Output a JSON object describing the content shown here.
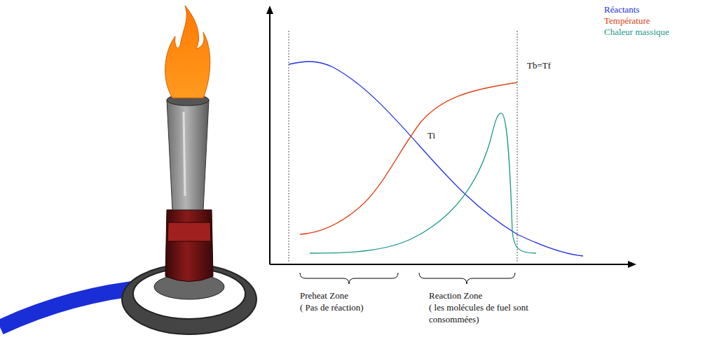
{
  "diagram": {
    "labels": [
      "Tb=Tf",
      "Ti",
      "Preheat Zone",
      "( Pas de réaction)",
      "Reaction Zone",
      "( les molécules de fuel sont consommées)"
    ],
    "legend": [
      {
        "text": "Réactants",
        "color": "#2030e0"
      },
      {
        "text": "Température",
        "color": "#e04010"
      },
      {
        "text": "Chaleur massique",
        "color": "#1a9a8a"
      }
    ]
  }
}
